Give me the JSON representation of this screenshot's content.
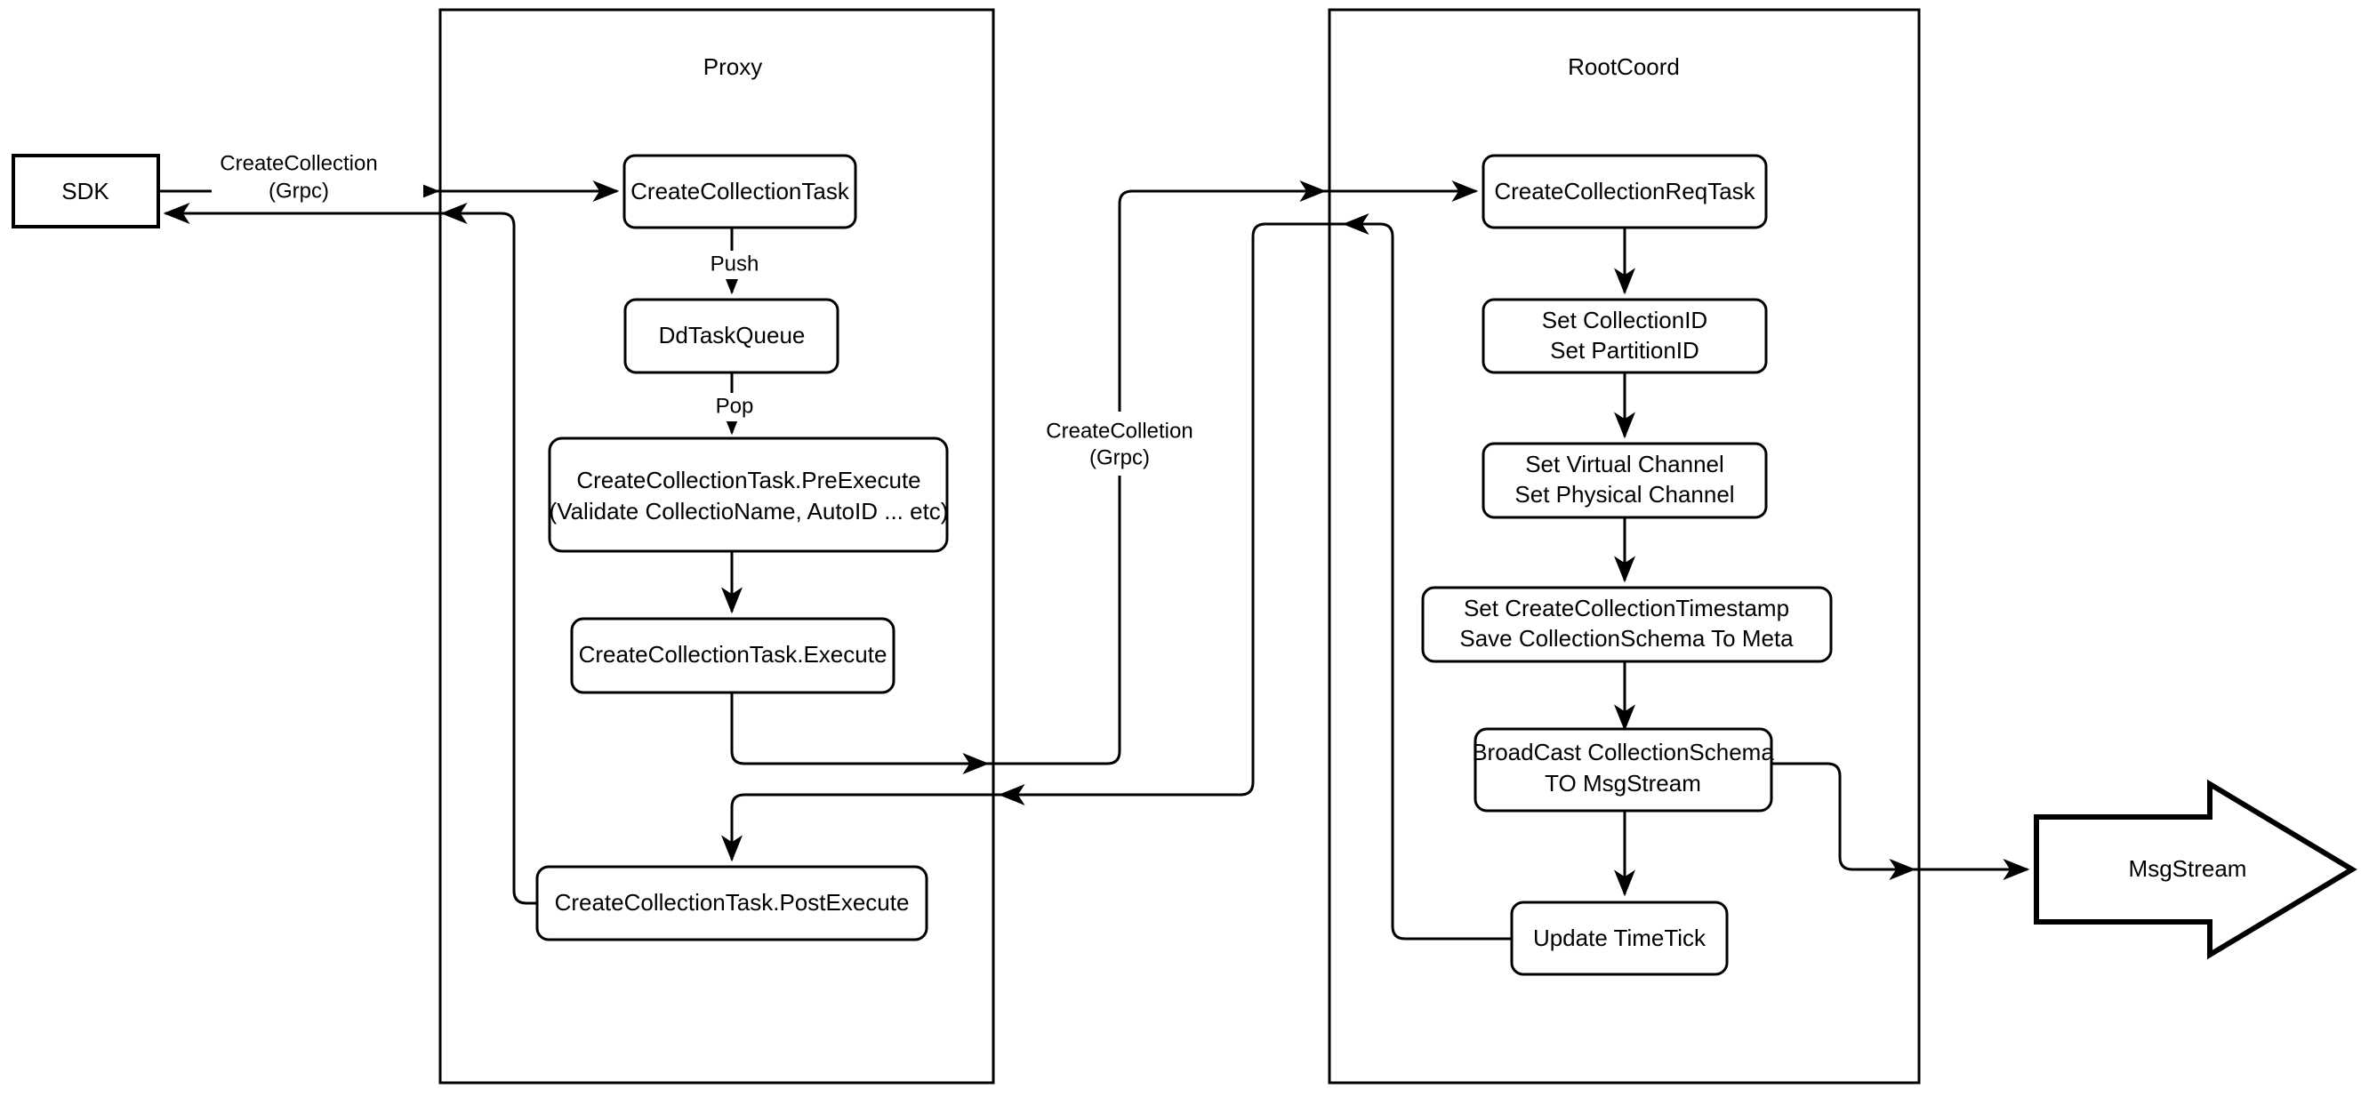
{
  "diagram": {
    "title": "CreateCollection Flow",
    "background_color": "#ffffff",
    "stroke_color": "#000000",
    "containers": [
      {
        "id": "proxy",
        "title": "Proxy"
      },
      {
        "id": "rootcoord",
        "title": "RootCoord"
      }
    ],
    "external_nodes": [
      {
        "id": "sdk",
        "label": "SDK",
        "shape": "rect"
      },
      {
        "id": "msgstream",
        "label": "MsgStream",
        "shape": "block-arrow"
      }
    ],
    "proxy_nodes": [
      {
        "id": "create-collection-task",
        "label": "CreateCollectionTask",
        "lines": [
          "CreateCollectionTask"
        ]
      },
      {
        "id": "dd-task-queue",
        "label": "DdTaskQueue",
        "lines": [
          "DdTaskQueue"
        ]
      },
      {
        "id": "pre-execute",
        "label": "CreateCollectionTask.PreExecute (Validate CollectioName, AutoID ... etc)",
        "lines": [
          "CreateCollectionTask.PreExecute",
          "(Validate CollectioName, AutoID ... etc)"
        ]
      },
      {
        "id": "execute",
        "label": "CreateCollectionTask.Execute",
        "lines": [
          "CreateCollectionTask.Execute"
        ]
      },
      {
        "id": "post-execute",
        "label": "CreateCollectionTask.PostExecute",
        "lines": [
          "CreateCollectionTask.PostExecute"
        ]
      }
    ],
    "rootcoord_nodes": [
      {
        "id": "create-collection-req-task",
        "label": "CreateCollectionReqTask",
        "lines": [
          "CreateCollectionReqTask"
        ]
      },
      {
        "id": "set-ids",
        "label": "Set CollectionID Set PartitionID",
        "lines": [
          "Set CollectionID",
          "Set PartitionID"
        ]
      },
      {
        "id": "set-channels",
        "label": "Set Virtual Channel Set Physical Channel",
        "lines": [
          "Set Virtual Channel",
          "Set Physical Channel"
        ]
      },
      {
        "id": "set-timestamp",
        "label": "Set CreateCollectionTimestamp Save CollectionSchema To Meta",
        "lines": [
          "Set CreateCollectionTimestamp",
          "Save CollectionSchema To Meta"
        ]
      },
      {
        "id": "broadcast",
        "label": "BroadCast CollectionSchema TO MsgStream",
        "lines": [
          "BroadCast CollectionSchema",
          "TO MsgStream"
        ]
      },
      {
        "id": "update-timetick",
        "label": "Update TimeTick",
        "lines": [
          "Update TimeTick"
        ]
      }
    ],
    "edge_labels": [
      {
        "id": "sdk-to-proxy",
        "lines": [
          "CreateCollection",
          "(Grpc)"
        ]
      },
      {
        "id": "push",
        "lines": [
          "Push"
        ]
      },
      {
        "id": "pop",
        "lines": [
          "Pop"
        ]
      },
      {
        "id": "proxy-to-rootcoord",
        "lines": [
          "CreateColletion",
          "(Grpc)"
        ]
      }
    ]
  }
}
